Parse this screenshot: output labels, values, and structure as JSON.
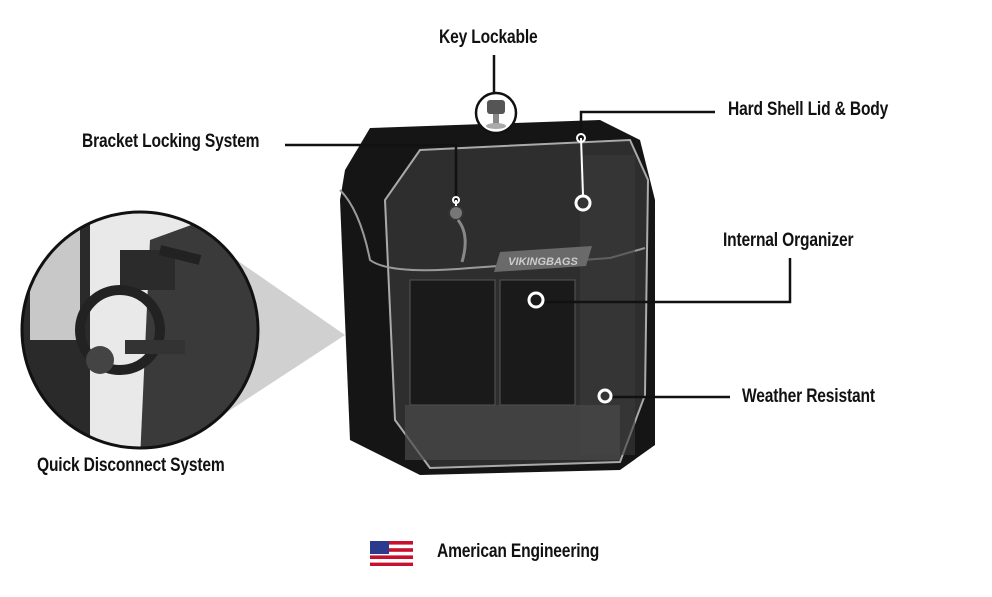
{
  "callouts": {
    "key_lockable": "Key Lockable",
    "bracket_locking": "Bracket Locking System",
    "hard_shell": "Hard Shell Lid & Body",
    "internal_organizer": "Internal Organizer",
    "weather_resistant": "Weather Resistant",
    "quick_disconnect": "Quick Disconnect System"
  },
  "footer": {
    "flag_icon": "us-flag-icon",
    "label": "American Engineering"
  },
  "product": {
    "brand_logo": "VIKINGBAGS"
  },
  "colors": {
    "case": "#1c1c1c",
    "leader": "#111111",
    "callout_circle": "#ffffff"
  }
}
